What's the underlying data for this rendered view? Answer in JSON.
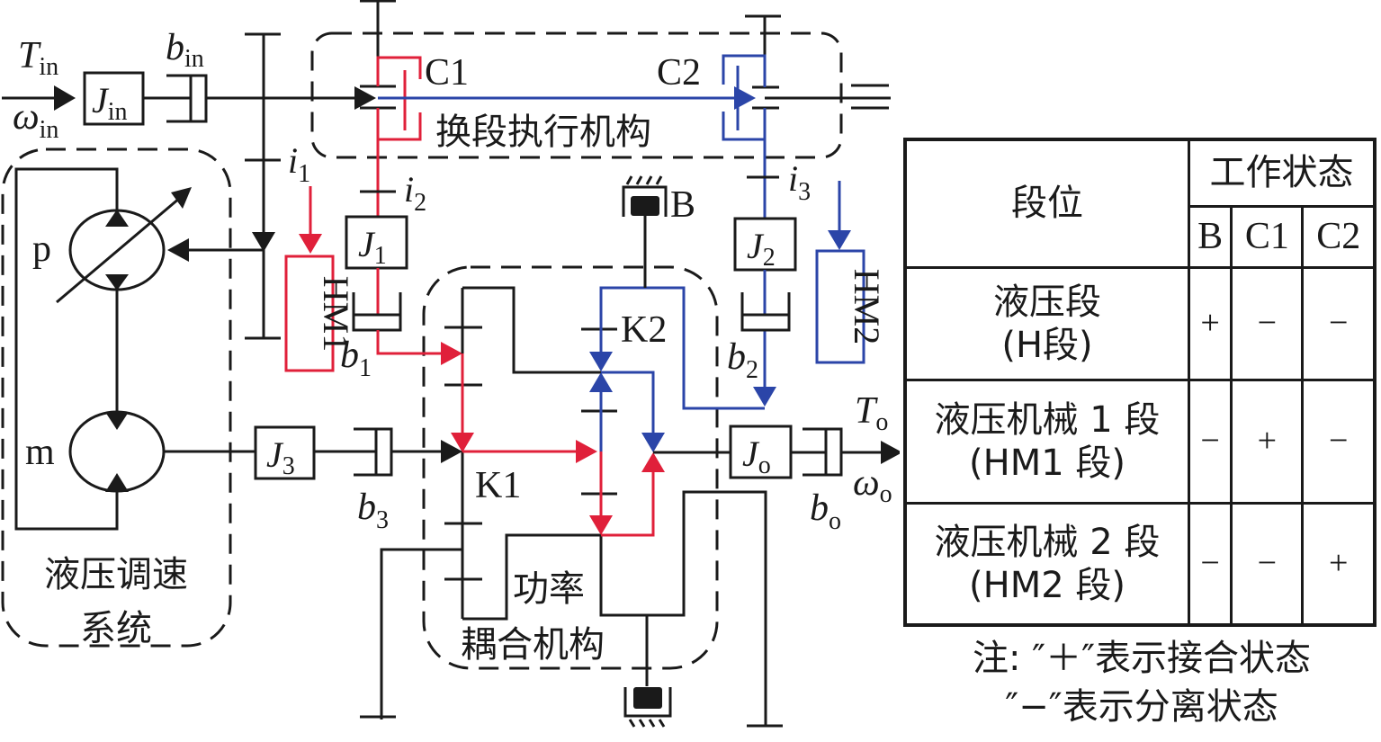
{
  "diagram": {
    "input": {
      "torque": "T",
      "torque_sub": "in",
      "speed": "ω",
      "speed_sub": "in",
      "inertia": "J",
      "inertia_sub": "in",
      "damping": "b",
      "damping_sub": "in"
    },
    "output": {
      "torque": "T",
      "torque_sub": "o",
      "speed": "ω",
      "speed_sub": "o",
      "inertia": "J",
      "inertia_sub": "o",
      "damping": "b",
      "damping_sub": "o"
    },
    "gear_ratios": [
      {
        "sym": "i",
        "sub": "1"
      },
      {
        "sym": "i",
        "sub": "2"
      },
      {
        "sym": "i",
        "sub": "3"
      }
    ],
    "inertias": [
      {
        "sym": "J",
        "sub": "1"
      },
      {
        "sym": "J",
        "sub": "2"
      },
      {
        "sym": "J",
        "sub": "3"
      }
    ],
    "dampers": [
      {
        "sym": "b",
        "sub": "1"
      },
      {
        "sym": "b",
        "sub": "2"
      },
      {
        "sym": "b",
        "sub": "3"
      }
    ],
    "clutches": {
      "c1": "C1",
      "c2": "C2"
    },
    "brake": "B",
    "planetary": {
      "k1": "K1",
      "k2": "K2"
    },
    "pump_label": "p",
    "motor_label": "m",
    "paths": {
      "hm1": "HM1",
      "hm2": "HM2"
    },
    "groups": {
      "shift_mechanism": "换段执行机构",
      "hydraulic_system_line1": "液压调速",
      "hydraulic_system_line2": "系统",
      "power_coupling_line1": "功率",
      "power_coupling_line2": "耦合机构"
    },
    "colors": {
      "hm1_path": "#e0203a",
      "hm2_path": "#2b45a8",
      "line": "#1a1a1a"
    }
  },
  "table": {
    "header_col": "段位",
    "header_group": "工作状态",
    "columns": [
      "B",
      "C1",
      "C2"
    ],
    "rows": [
      {
        "line1": "液压段",
        "line2": "(H段)",
        "states": [
          "+",
          "−",
          "−"
        ]
      },
      {
        "line1": "液压机械 1 段",
        "line2": "(HM1 段)",
        "states": [
          "−",
          "+",
          "−"
        ]
      },
      {
        "line1": "液压机械 2 段",
        "line2": "(HM2 段)",
        "states": [
          "−",
          "−",
          "+"
        ]
      }
    ]
  },
  "note": {
    "line1": "注: ″＋″表示接合状态",
    "line2": "″−″表示分离状态"
  }
}
